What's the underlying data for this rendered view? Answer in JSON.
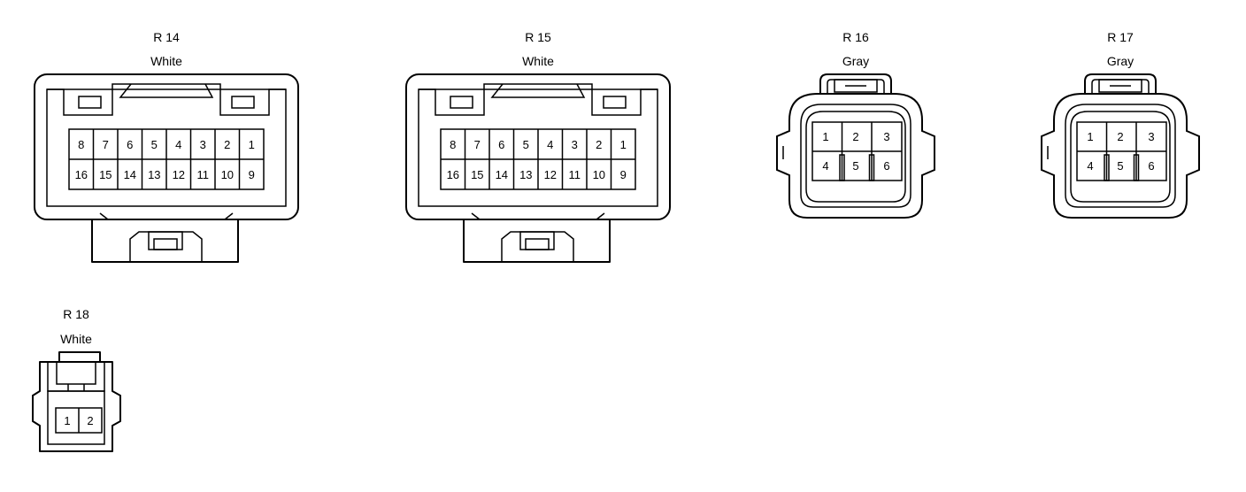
{
  "connectors": {
    "r14": {
      "id": "R 14",
      "color": "White",
      "pins_top": [
        "8",
        "7",
        "6",
        "5",
        "4",
        "3",
        "2",
        "1"
      ],
      "pins_bottom": [
        "16",
        "15",
        "14",
        "13",
        "12",
        "11",
        "10",
        "9"
      ]
    },
    "r15": {
      "id": "R 15",
      "color": "White",
      "pins_top": [
        "8",
        "7",
        "6",
        "5",
        "4",
        "3",
        "2",
        "1"
      ],
      "pins_bottom": [
        "16",
        "15",
        "14",
        "13",
        "12",
        "11",
        "10",
        "9"
      ]
    },
    "r16": {
      "id": "R 16",
      "color": "Gray",
      "pins_top": [
        "1",
        "2",
        "3"
      ],
      "pins_bottom": [
        "4",
        "5",
        "6"
      ]
    },
    "r17": {
      "id": "R 17",
      "color": "Gray",
      "pins_top": [
        "1",
        "2",
        "3"
      ],
      "pins_bottom": [
        "4",
        "5",
        "6"
      ]
    },
    "r18": {
      "id": "R 18",
      "color": "White",
      "pins": [
        "1",
        "2"
      ]
    }
  }
}
